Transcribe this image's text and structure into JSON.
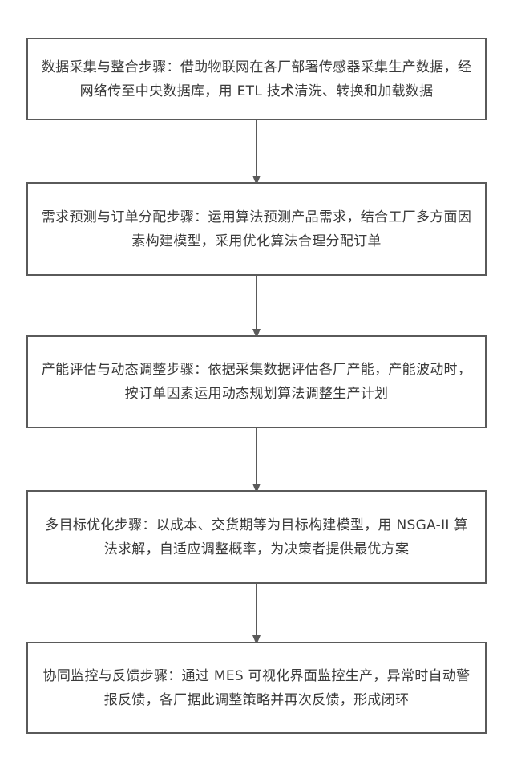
{
  "steps": [
    {
      "text": "数据采集与整合步骤：借助物联网在各厂部署传感器采集生产数据，经网络传至中央数据库，用 ETL 技术清洗、转换和加载数据"
    },
    {
      "text": "需求预测与订单分配步骤：运用算法预测产品需求，结合工厂多方面因素构建模型，采用优化算法合理分配订单"
    },
    {
      "text": "产能评估与动态调整步骤：依据采集数据评估各厂产能，产能波动时，按订单因素运用动态规划算法调整生产计划"
    },
    {
      "text": "多目标优化步骤：以成本、交货期等为目标构建模型，用 NSGA-II 算法求解，自适应调整概率，为决策者提供最优方案"
    },
    {
      "text": "协同监控与反馈步骤：通过 MES 可视化界面监控生产，异常时自动警报反馈，各厂据此调整策略并再次反馈，形成闭环"
    }
  ],
  "colors": {
    "border": "#5a5a5a",
    "arrow": "#5a5a5a",
    "text": "#3a3a3a"
  }
}
